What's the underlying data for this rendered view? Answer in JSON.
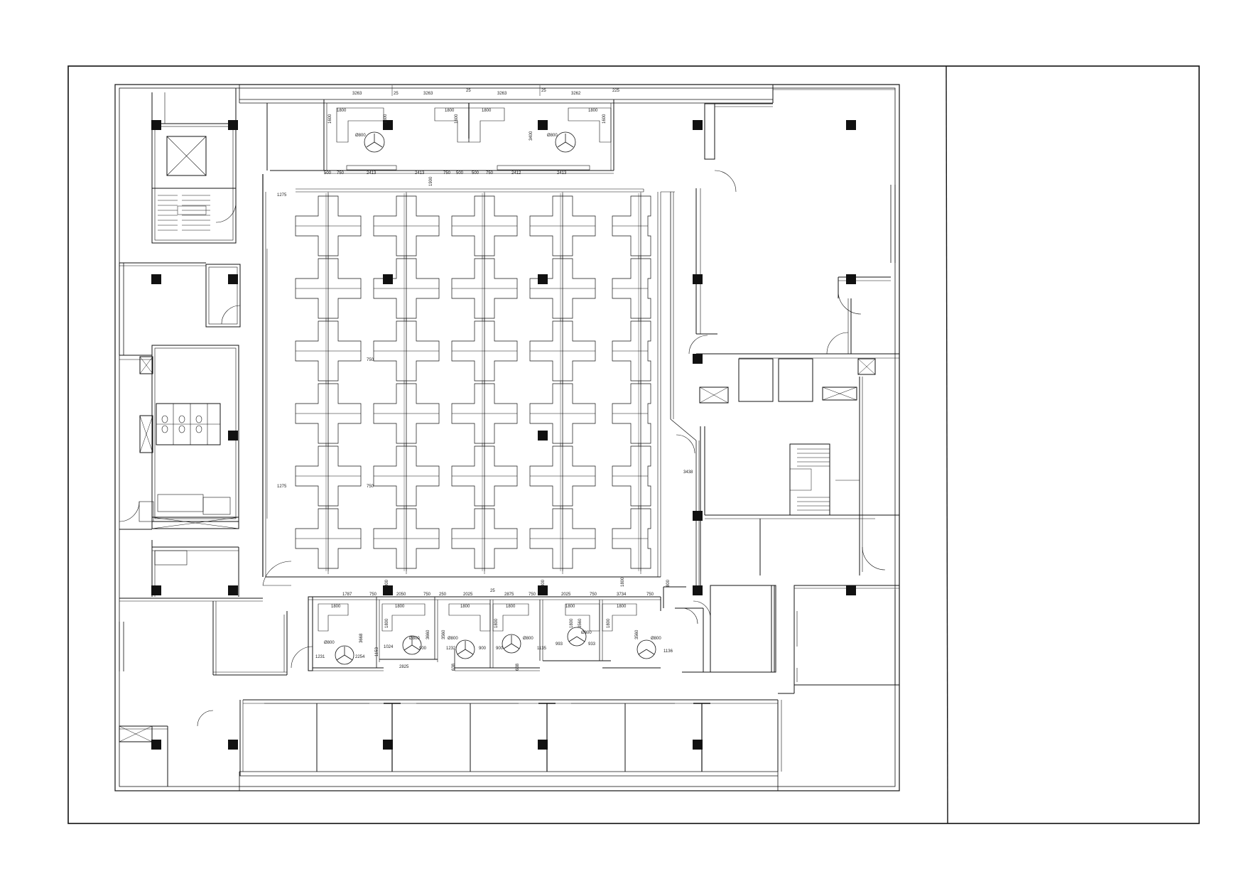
{
  "drawing": {
    "line_color": "#111111",
    "column_color": "#111111",
    "paper_color": "#ffffff"
  },
  "top_room_dims": {
    "widths": [
      "3263",
      "25",
      "3263",
      "25",
      "3263",
      "25",
      "3262",
      "225"
    ],
    "desk": [
      "1800",
      "1800",
      "1800",
      "1800"
    ],
    "desk_depth": [
      "1600",
      "1600",
      "1600",
      "1600"
    ],
    "chair": [
      "Ø800",
      "Ø800"
    ],
    "depth": "3400",
    "bottom": [
      "500",
      "750",
      "2413",
      "2413",
      "750",
      "500",
      "500",
      "750",
      "2412",
      "2413"
    ],
    "door_gap": "1900"
  },
  "open_plan_dims": {
    "clear_a": "1275",
    "clear_b": "1275",
    "aisle_a": "750",
    "aisle_b": "750",
    "right_clear": "3438",
    "bottom_a": "800",
    "bottom_b": "800",
    "bottom_c": "1800",
    "bottom_d": "800"
  },
  "bottom_room_dims": {
    "top": [
      "1787",
      "750",
      "2050",
      "750",
      "250",
      "2025",
      "25",
      "2875",
      "750",
      "2025",
      "750",
      "3734",
      "750"
    ],
    "desk": [
      "1800",
      "1800",
      "1800",
      "1800",
      "1800",
      "1800"
    ],
    "desk_depth": [
      "1800",
      "1800",
      "1800",
      "1800"
    ],
    "chair": [
      "Ø800",
      "Ø800",
      "Ø800",
      "Ø800",
      "Ø800",
      "Ø800"
    ],
    "depths": [
      "3668",
      "3660",
      "3560",
      "3560",
      "3560"
    ],
    "misc": [
      "1231",
      "2254",
      "1024",
      "900",
      "2825",
      "1232",
      "900",
      "900",
      "1135",
      "993",
      "933",
      "1136",
      "1153",
      "638",
      "638"
    ]
  }
}
